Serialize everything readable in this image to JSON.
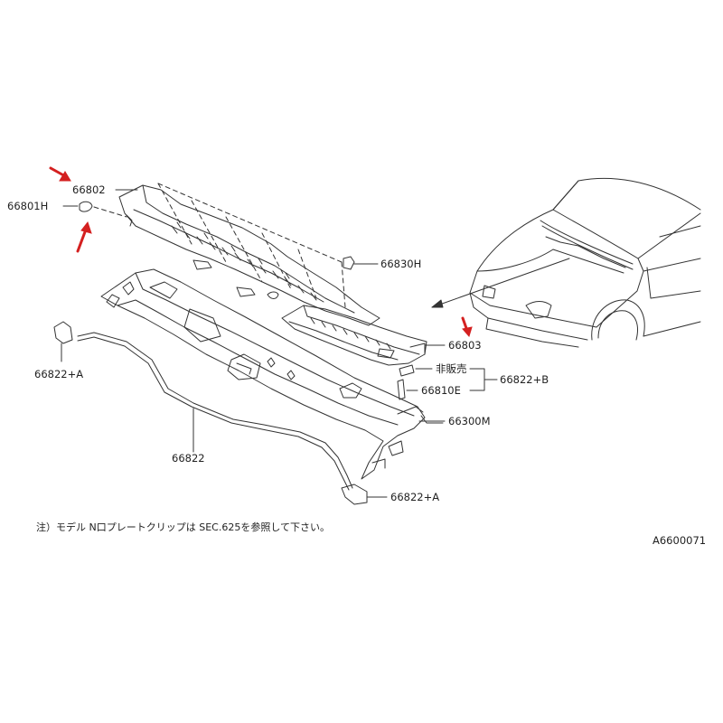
{
  "diagram": {
    "colors": {
      "line": "#333333",
      "arrow": "#d42020"
    },
    "parts": {
      "p66802": "66802",
      "p66801H": "66801H",
      "p66830H": "66830H",
      "p66803": "66803",
      "not_for_sale": "非販売",
      "p66822B": "66822+B",
      "p66810E": "66810E",
      "p66300M": "66300M",
      "p66822A_left": "66822+A",
      "p66822": "66822",
      "p66822A_bottom": "66822+A"
    },
    "note": "注）モデル N口プレートクリップは SEC.625を参照して下さい。",
    "diagram_code": "A6600071",
    "markers": [
      "red-arrow-icon",
      "red-arrow-icon",
      "red-arrow-icon"
    ]
  }
}
